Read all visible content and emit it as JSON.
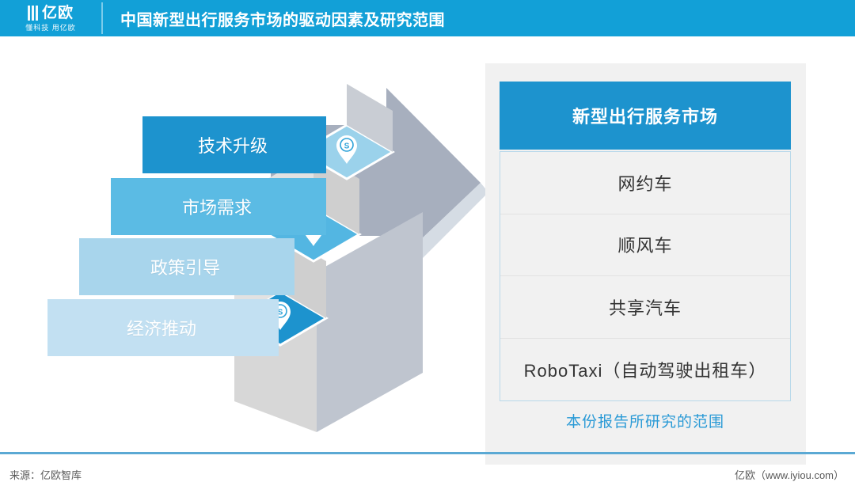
{
  "header": {
    "logo_word": "亿欧",
    "logo_tagline": "懂科技 用亿欧",
    "title": "中国新型出行服务市场的驱动因素及研究范围",
    "bg_color": "#12A0D7"
  },
  "drivers": {
    "steps": [
      {
        "label": "技术升级",
        "color": "#1D93CE"
      },
      {
        "label": "市场需求",
        "color": "#5BBBE4"
      },
      {
        "label": "政策引导",
        "color": "#A8D5EC"
      },
      {
        "label": "经济推动",
        "color": "#C2E0F2"
      }
    ],
    "pin_icon": "money-pin-icon",
    "arrow_icon": "up-right-arrow-icon",
    "arrow_color": "#A7AFBE"
  },
  "scope_panel": {
    "header_title": "新型出行服务市场",
    "header_color": "#1D93CE",
    "rows": [
      "网约车",
      "顺风车",
      "共享汽车",
      "RoboTaxi（自动驾驶出租车）"
    ],
    "caption": "本份报告所研究的范围",
    "caption_color": "#2A9AD6",
    "border_color": "#B8D8EA",
    "bg_color": "#F1F1F1"
  },
  "footer": {
    "source": "来源：亿欧智库",
    "brand": "亿欧（www.iyiou.com）",
    "rule_color": "#5BA9D4"
  }
}
